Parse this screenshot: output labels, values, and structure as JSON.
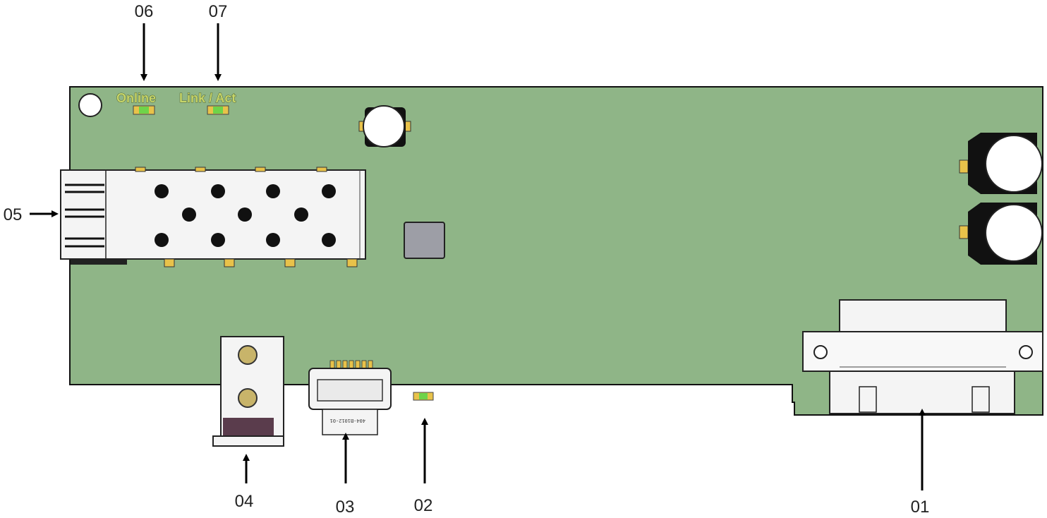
{
  "silkscreen": {
    "online": "Online",
    "link_act": "Link / Act"
  },
  "callouts": {
    "c01": "01",
    "c02": "02",
    "c03": "03",
    "c04": "04",
    "c05": "05",
    "c06": "06",
    "c07": "07"
  },
  "colors": {
    "pcb": "#8fb587",
    "pcb_edge": "#111111",
    "led_green": "#6fd34a",
    "led_pad": "#e8c24a",
    "component_black": "#111111",
    "cage_white": "#f4f4f4",
    "chip_gray": "#9d9ea6",
    "dc_jack_dark": "#5a3c4c"
  }
}
